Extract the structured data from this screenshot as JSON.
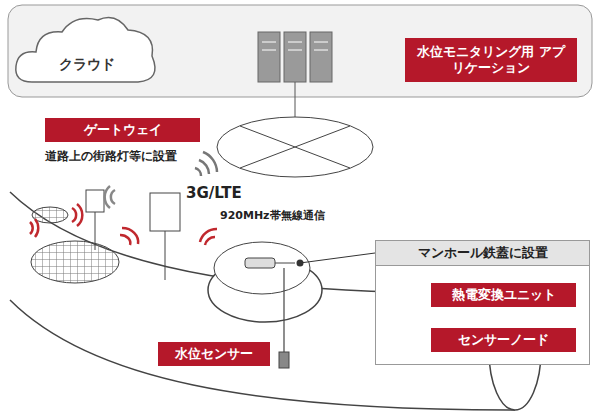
{
  "diagram": {
    "nodes": [
      {
        "text": [
          "クラウド"
        ]
      },
      {
        "text": [
          "水位モニタリング用 アプリケーション"
        ]
      },
      {
        "text": [
          "ゲートウェイ"
        ]
      },
      {
        "text": [
          "水位センサー"
        ]
      },
      {
        "text": [
          "マンホール鉄蓋に設置"
        ]
      },
      {
        "text": [
          "熱電変換ユニット"
        ],
        "in": 4
      },
      {
        "text": [
          "センサーノード"
        ],
        "in": 4
      }
    ],
    "labels": [
      "道路上の街路灯等に設置",
      "3G/LTE",
      "920MHz帯無線通信"
    ]
  }
}
